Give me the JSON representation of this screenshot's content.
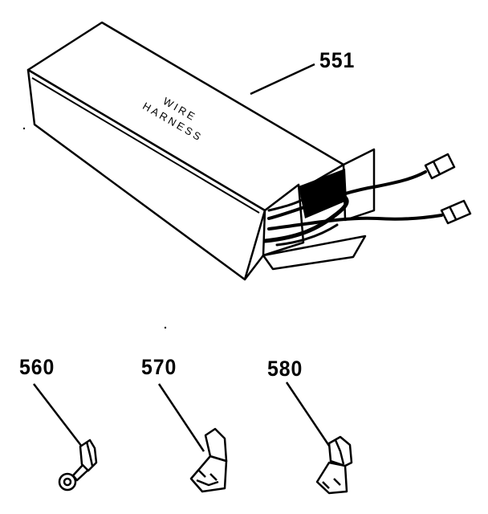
{
  "callouts": {
    "harness": "551",
    "ring_terminal": "560",
    "flag_terminal": "570",
    "female_terminal": "580"
  },
  "box_label": {
    "line1": "WIRE",
    "line2": "HARNESS"
  },
  "colors": {
    "ink": "#000000",
    "paper": "#ffffff"
  }
}
